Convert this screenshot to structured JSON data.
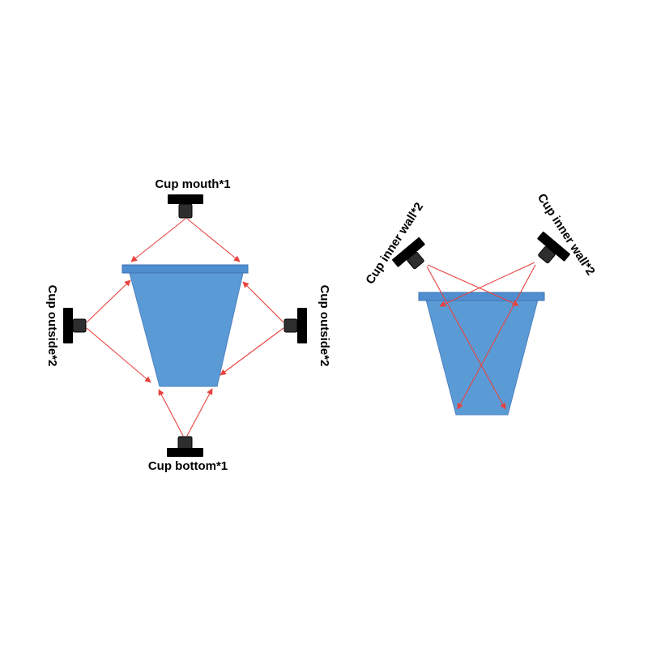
{
  "colors": {
    "cup_fill": "#5b9bd5",
    "cup_rim": "#4f8fd0",
    "ray": "#e8423f",
    "camera": "#000000"
  },
  "labels": {
    "cup_mouth": "Cup mouth*1",
    "cup_bottom": "Cup bottom*1",
    "cup_outside_left": "Cup outside*2",
    "cup_outside_right": "Cup outside*2",
    "cup_inner_wall_left": "Cup inner wall*2",
    "cup_inner_wall_right": "Cup inner wall*2"
  }
}
